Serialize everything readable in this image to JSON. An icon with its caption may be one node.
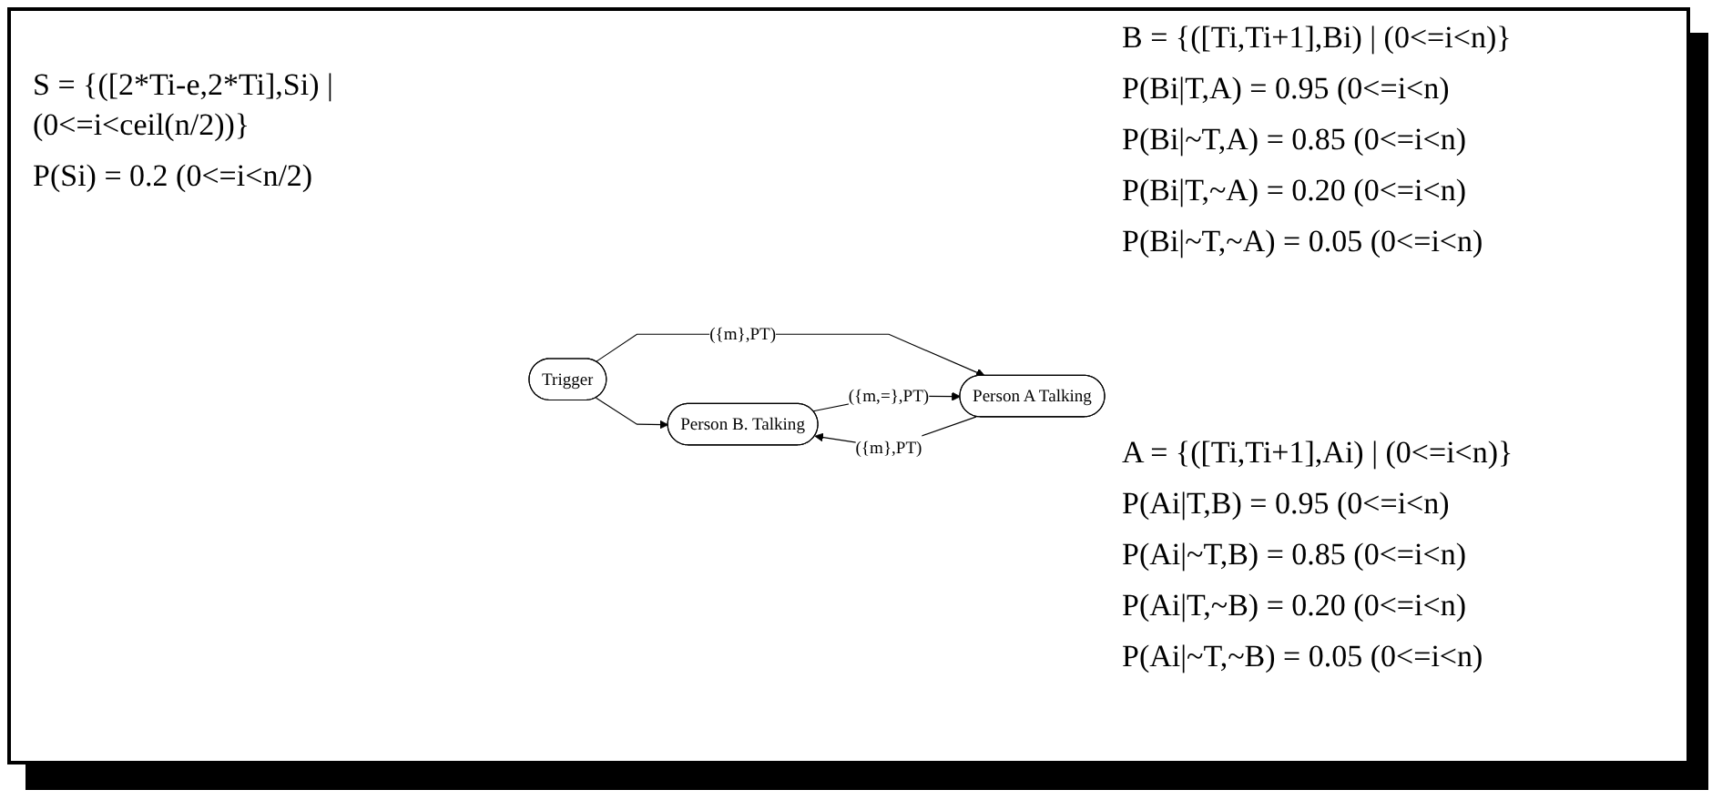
{
  "diagram": {
    "nodes": [
      {
        "text": [
          "Trigger"
        ]
      },
      {
        "text": [
          "Person B. Talking"
        ]
      },
      {
        "text": [
          "Person A Talking"
        ]
      }
    ],
    "edges": [
      {
        "from": 0,
        "to": 1,
        "arrow": "to"
      },
      {
        "from": 0,
        "to": 2,
        "arrow": "to",
        "label": "({m},PT)"
      },
      {
        "from": 2,
        "to": 1,
        "arrow": "to",
        "label": "({m},PT)"
      },
      {
        "from": 1,
        "to": 2,
        "arrow": "to",
        "label": "({m,=},PT)"
      }
    ],
    "labels": [
      "S = {([2*Ti-e,2*Ti],Si) | (0<=i<ceil(n/2))}",
      "P(Si) = 0.2 (0<=i<n/2)",
      "B = {([Ti,Ti+1],Bi) | (0<=i<n)}",
      "P(Bi|T,A) = 0.95 (0<=i<n)",
      "P(Bi|~T,A) = 0.85 (0<=i<n)",
      "P(Bi|T,~A) = 0.20 (0<=i<n)",
      "P(Bi|~T,~A) = 0.05 (0<=i<n)",
      "A = {([Ti,Ti+1],Ai) | (0<=i<n)}",
      "P(Ai|T,B) = 0.95 (0<=i<n)",
      "P(Ai|~T,B) = 0.85 (0<=i<n)",
      "P(Ai|T,~B) = 0.20 (0<=i<n)",
      "P(Ai|~T,~B) = 0.05 (0<=i<n)"
    ]
  }
}
